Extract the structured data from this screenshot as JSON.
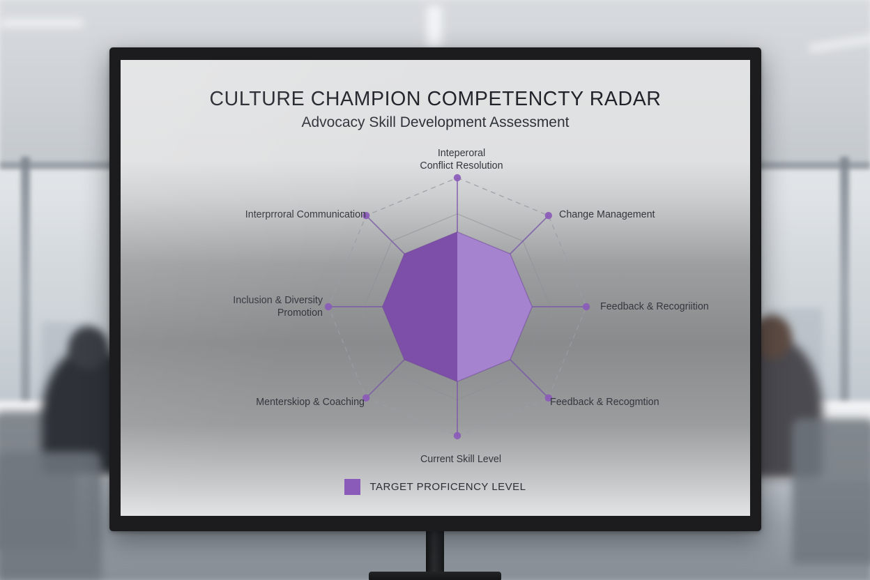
{
  "slide": {
    "title": "CULTURE CHAMPION COMPETENCTY RADAR",
    "subtitle": "Advocacy Skill Development Assessment"
  },
  "legend": {
    "label": "TARGET PROFICENCY LEVEL",
    "swatch_color": "#8a5bb8"
  },
  "colors": {
    "fill_left": "#7e4fa8",
    "fill_right": "#a583cf",
    "axis_line": "#7a57a8",
    "vertex_dot": "#8a5bb8",
    "grid_line": "#8d8f93",
    "outer_dash": "#9a9da2"
  },
  "chart_data": {
    "type": "radar",
    "title": "CULTURE CHAMPION COMPETENCTY RADAR",
    "subtitle": "Advocacy Skill Development Assessment",
    "axis_max": 100,
    "grid_rings": [
      44,
      72,
      100
    ],
    "grid": true,
    "legend_position": "bottom",
    "categories": [
      "Inteperoral\nConflict Resolution",
      "Change Management",
      "Feedback & Recogriition",
      "Feedback & Recogmtion",
      "Current Skill Level",
      "Menterskiop & Coaching",
      "Inclusion & Diversity\nPromotion",
      "Interprroral Communication"
    ],
    "series": [
      {
        "name": "TARGET PROFICENCY LEVEL",
        "values": [
          58,
          58,
          58,
          58,
          58,
          58,
          58,
          58
        ]
      }
    ]
  },
  "axes": [
    {
      "key": "a0",
      "label": "Inteperoral\nConflict Resolution",
      "angle_deg": -90
    },
    {
      "key": "a1",
      "label": "Change Management",
      "angle_deg": -45
    },
    {
      "key": "a2",
      "label": "Feedback & Recogriition",
      "angle_deg": 0
    },
    {
      "key": "a3",
      "label": "Feedback & Recogmtion",
      "angle_deg": 45
    },
    {
      "key": "a4",
      "label": "Current Skill Level",
      "angle_deg": 90
    },
    {
      "key": "a5",
      "label": "Menterskiop & Coaching",
      "angle_deg": 135
    },
    {
      "key": "a6",
      "label": "Inclusion & Diversity\nPromotion",
      "angle_deg": 180
    },
    {
      "key": "a7",
      "label": "Interprroral Communication",
      "angle_deg": -135
    }
  ]
}
